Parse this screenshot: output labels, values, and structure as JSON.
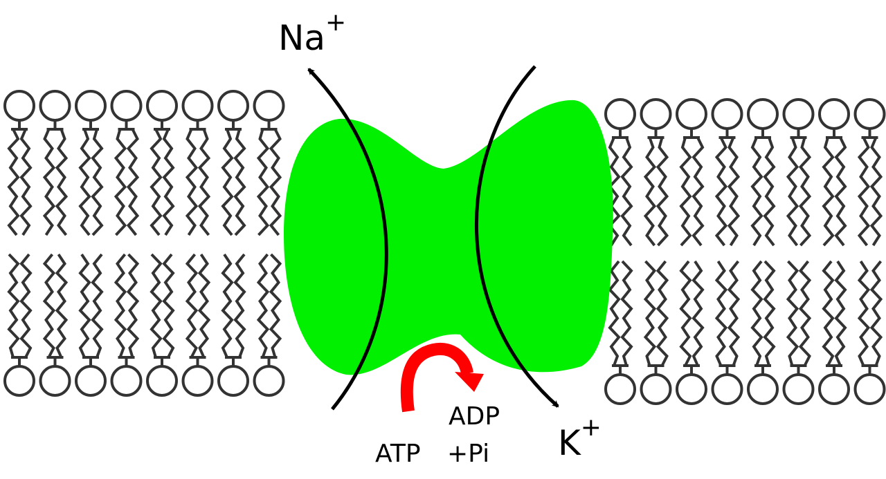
{
  "labels": {
    "sodium": "Na",
    "sodium_charge": "+",
    "potassium": "K",
    "potassium_charge": "+",
    "atp": "ATP",
    "adp": "ADP",
    "pi": "+Pi"
  },
  "lipid_bilayer": {
    "left_lipids_per_leaflet": 8,
    "right_lipids_per_leaflet": 8
  },
  "colors": {
    "pump": "#00f000",
    "lipid": "#333333",
    "ion_arrow": "#000000",
    "atp_arrow": "#ff0000",
    "background": "#ffffff"
  },
  "icons": {
    "pump": "sodium-potassium-pump-protein",
    "lipid": "phospholipid",
    "ion_path": "curved-arrow",
    "atp_hydrolysis": "curved-arrow"
  }
}
